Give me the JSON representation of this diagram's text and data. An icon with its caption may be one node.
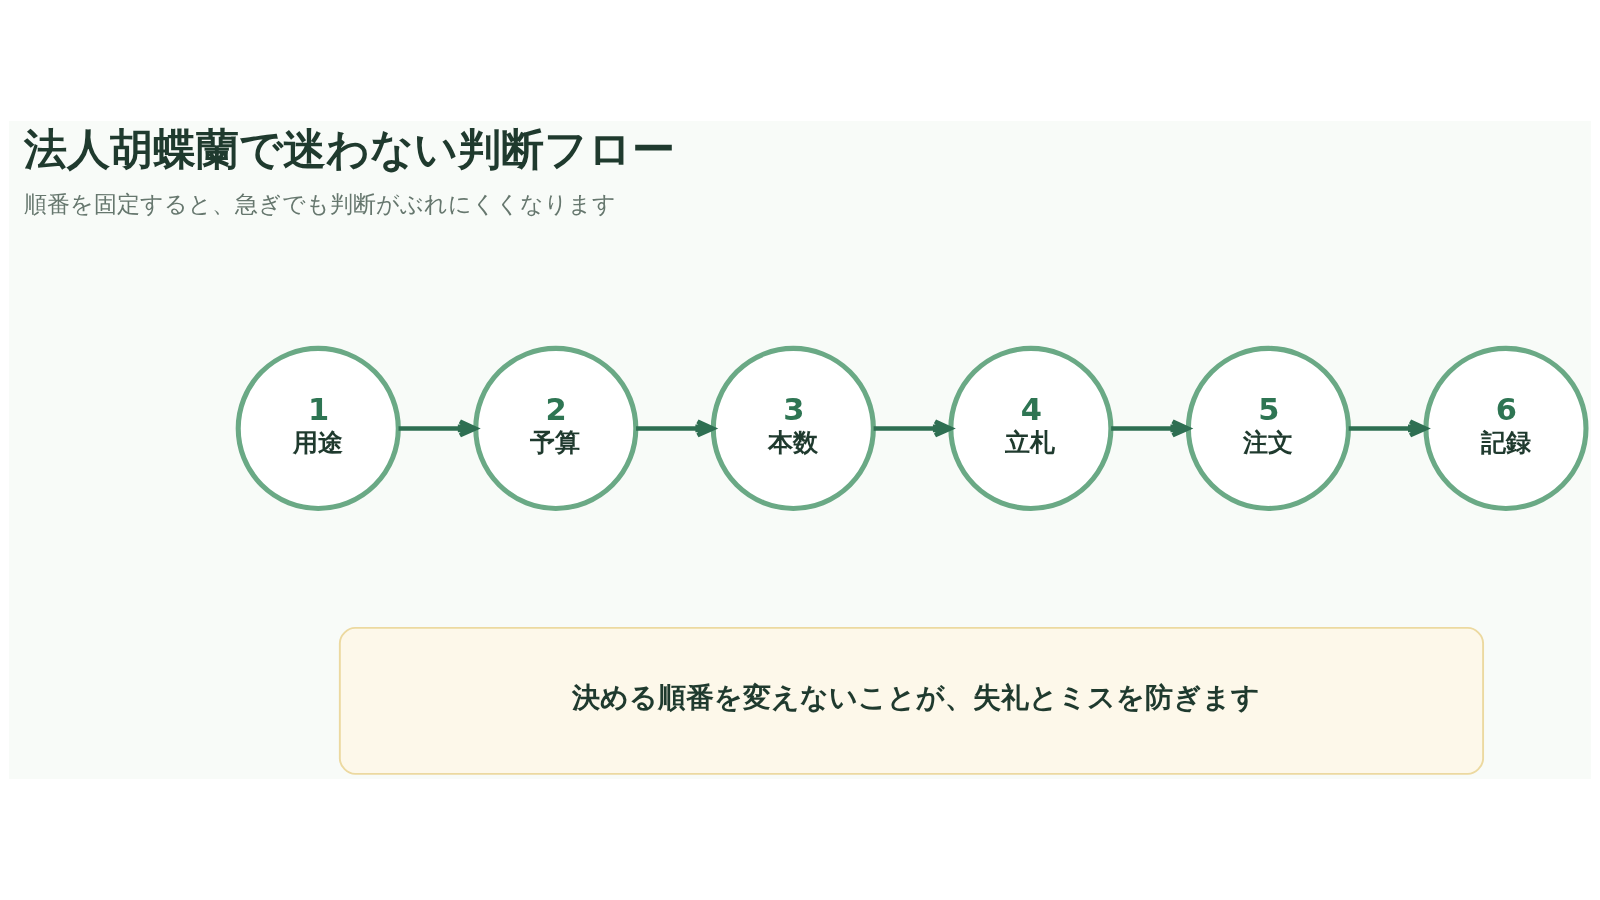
{
  "diagram": {
    "title": "法人胡蝶蘭で迷わない判断フロー",
    "nodes": [
      {
        "text": [
          "1",
          "用途"
        ]
      },
      {
        "text": [
          "2",
          "予算"
        ]
      },
      {
        "text": [
          "3",
          "本数"
        ]
      },
      {
        "text": [
          "4",
          "立札"
        ]
      },
      {
        "text": [
          "5",
          "注文"
        ]
      },
      {
        "text": [
          "6",
          "記録"
        ]
      },
      {
        "text": [
          "決める順番を変えないことが、失礼とミスを防ぎます"
        ]
      }
    ],
    "edges": [
      {
        "from": 0,
        "to": 1,
        "arrow": "to"
      },
      {
        "from": 1,
        "to": 2,
        "arrow": "to"
      },
      {
        "from": 2,
        "to": 3,
        "arrow": "to"
      },
      {
        "from": 3,
        "to": 4,
        "arrow": "to"
      },
      {
        "from": 4,
        "to": 5,
        "arrow": "to"
      }
    ],
    "labels": [
      "順番を固定すると、急ぎでも判断がぶれにくくなります"
    ]
  }
}
